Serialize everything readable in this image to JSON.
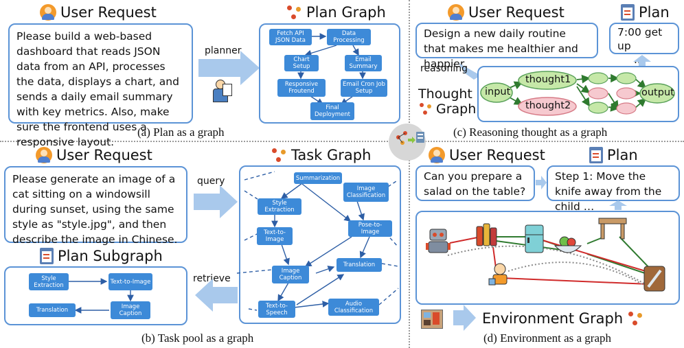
{
  "panel_a": {
    "header": "User Request",
    "request": "Please build a web-based dashboard that reads JSON data from an API, processes the data, displays a chart, and sends a daily email summary with key metrics. Also, make sure the frontend uses a responsive layout.",
    "arrow_label": "planner",
    "graph_title": "Plan Graph",
    "nodes": {
      "fetch": "Fetch API JSON Data",
      "process": "Data Processing",
      "chart": "Chart Setup",
      "email_summary": "Email Summary",
      "responsive": "Responsive Froutend",
      "cron": "Email Cron Job Setup",
      "deploy": "Final Deployment"
    },
    "caption": "(a) Plan as a graph"
  },
  "panel_b": {
    "header": "User Request",
    "request": "Please generate an image of a cat sitting on a windowsill during sunset, using the same style as \"style.jpg\", and then describe the image in Chinese.",
    "query_label": "query",
    "retrieve_label": "retrieve",
    "task_graph_title": "Task Graph",
    "subgraph_title": "Plan Subgraph",
    "task_nodes": {
      "summarization": "Summarization",
      "image_class": "Image Classification",
      "style": "Style Extraction",
      "pose": "Pose-to-Image",
      "t2i": "Text-to-Image",
      "translation": "Translation",
      "caption": "Image Caption",
      "t2s": "Text-to-Speech",
      "audio": "Audio Classification"
    },
    "sub_nodes": {
      "style": "Style Extraction",
      "t2i": "Text-to-Image",
      "caption": "Image Caption",
      "translation": "Translation"
    },
    "caption": "(b) Task pool as a graph"
  },
  "panel_c": {
    "header": "User Request",
    "request": "Design a new daily routine that makes me healthier and happier.",
    "plan_title": "Plan",
    "plan_text": "7:00 get up",
    "plan_more": "...",
    "reasoning_label": "reasoning",
    "thought_graph_line1": "Thought",
    "thought_graph_line2": "Graph",
    "nodes": {
      "input": "input",
      "thought1": "thought1",
      "thought2": "thought2",
      "output": "output"
    },
    "caption": "(c) Reasoning thought as a graph"
  },
  "panel_d": {
    "header": "User Request",
    "request": "Can you prepare a salad on the table?",
    "plan_title": "Plan",
    "plan_text": "Step 1: Move the knife away from the child …",
    "env_title": "Environment Graph",
    "caption": "(d) Environment as a graph"
  },
  "colors": {
    "border_blue": "#5b93d6",
    "node_blue": "#3d8ad8",
    "arrow_light": "#a9c9ec",
    "thought_green": "#c6e8a8",
    "thought_pink": "#f6c9cf",
    "edge_green": "#2f7a2f",
    "edge_red": "#d02a2a"
  }
}
